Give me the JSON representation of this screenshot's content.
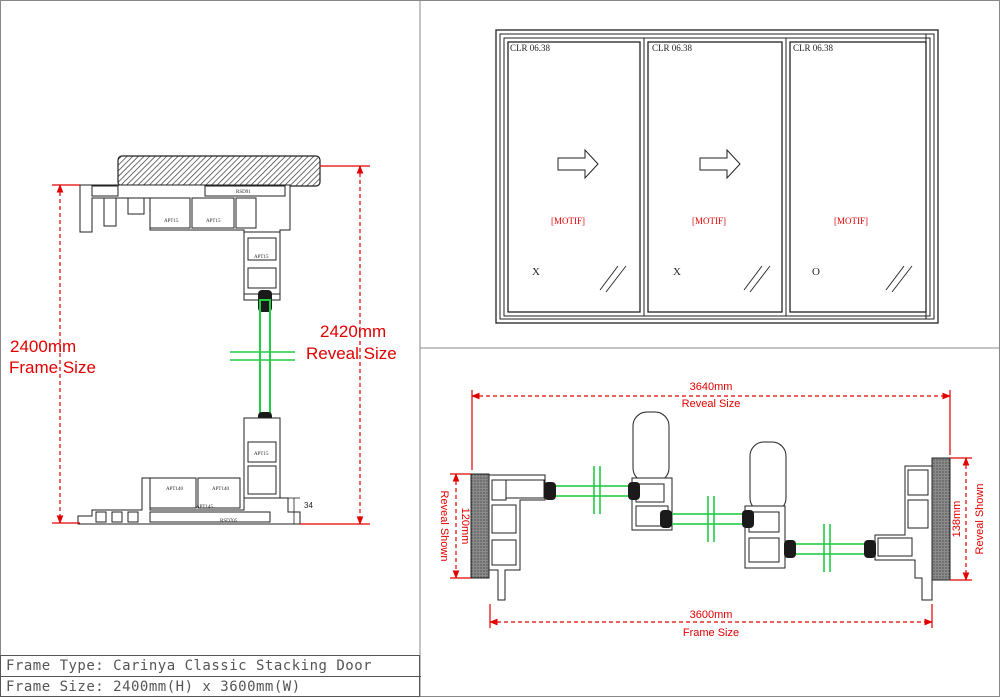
{
  "frame_section": {
    "frame_size_value": "2400mm",
    "frame_size_label": "Frame Size",
    "reveal_size_value": "2420mm",
    "reveal_size_label": "Reveal Size",
    "dim_34": "34",
    "part_codes": {
      "head_reveal": "RSD91",
      "head_track_a": "APT15",
      "head_track_b": "APT15",
      "head_jamb": "APT15",
      "sill_jamb": "APT15",
      "sill_a": "APT140",
      "sill_b": "APT140",
      "sill_base": "RSD705",
      "sill_small": "APT145"
    }
  },
  "elevation": {
    "panels": [
      {
        "glass": "CLR 06.38",
        "motif": "[MOTIF]",
        "mark": "X",
        "arrow": true
      },
      {
        "glass": "CLR 06.38",
        "motif": "[MOTIF]",
        "mark": "X",
        "arrow": true
      },
      {
        "glass": "CLR 06.38",
        "motif": "[MOTIF]",
        "mark": "O",
        "arrow": false
      }
    ]
  },
  "plan_section": {
    "reveal_width_value": "3640mm",
    "reveal_width_label": "Reveal Size",
    "frame_width_value": "3600mm",
    "frame_width_label": "Frame Size",
    "left_reveal_value": "120mm",
    "left_reveal_label": "Reveal Shown",
    "right_reveal_value": "138mm",
    "right_reveal_label": "Reveal Shown"
  },
  "title_block": {
    "frame_type": "Frame Type:  Carinya Classic Stacking Door",
    "frame_size": "Frame Size:  2400mm(H) x 3600mm(W)"
  },
  "colors": {
    "dimension_red": "#e00000",
    "glazing_green": "#22cc44",
    "line_dark": "#222222",
    "frame_grey": "#9a9a9a"
  }
}
